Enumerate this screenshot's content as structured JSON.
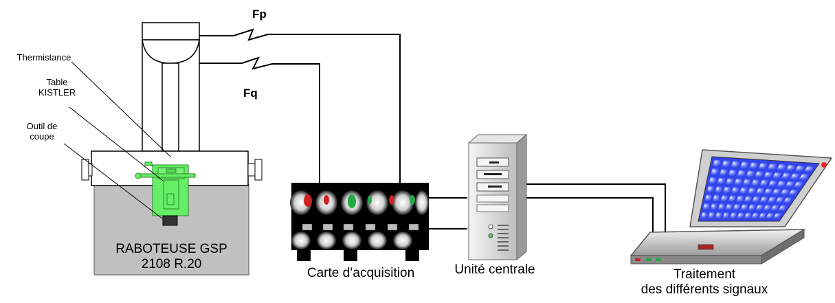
{
  "labels": {
    "fp": "Fp",
    "fq": "Fq",
    "thermistance": "Thermistance",
    "table_line1": "Table",
    "table_line2": "KISTLER",
    "outil_line1": "Outil de",
    "outil_line2": "coupe",
    "machine_line1": "RABOTEUSE GSP",
    "machine_line2": "2108 R.20",
    "carte": "Carte d’acquisition",
    "unite": "Unité centrale",
    "traitement_line1": "Traitement",
    "traitement_line2": "des différents signaux"
  },
  "colors": {
    "machine_base": "#c0c0c0",
    "sensor_green": "#66ee66",
    "laptop_screen": "#3344ee",
    "indicator_red": "#cc2222",
    "indicator_green": "#22aa44"
  }
}
